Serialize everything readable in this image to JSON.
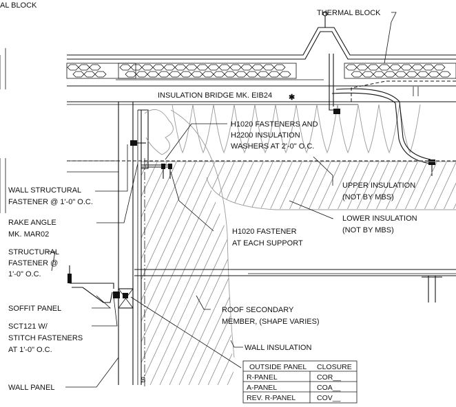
{
  "labels": {
    "top_left": "AL BLOCK",
    "thermal_block": "THERMAL BLOCK",
    "insulation_bridge": "INSULATION BRIDGE MK. EIB24",
    "asterisk": "✱",
    "h1020_fasteners": [
      "H1020 FASTENERS AND",
      "H2200 INSULATION",
      "WASHERS AT 2'-0\" O.C."
    ],
    "wall_structural": [
      "WALL STRUCTURAL",
      "FASTENER @ 1'-0\" O.C."
    ],
    "upper_insulation": [
      "UPPER INSULATION",
      "(NOT BY MBS)"
    ],
    "rake_angle": [
      "RAKE ANGLE",
      "MK. MAR02"
    ],
    "lower_insulation": [
      "LOWER INSULATION",
      "(NOT BY MBS)"
    ],
    "h1020_fastener": [
      "H1020 FASTENER",
      "AT EACH SUPPORT"
    ],
    "structural_fastener": [
      "STRUCTURAL",
      "FASTENER @",
      "1'-0\" O.C."
    ],
    "soffit_panel": "SOFFIT PANEL",
    "roof_secondary": [
      "ROOF SECONDARY",
      "MEMBER, (SHAPE VARIES)"
    ],
    "sct121": [
      "SCT121 W/",
      "STITCH FASTENERS",
      "AT 1'-0\" O.C."
    ],
    "wall_insulation": "WALL INSULATION",
    "wall_panel": "WALL PANEL",
    "centerline": "S"
  },
  "closure_table": {
    "headers": [
      "OUTSIDE PANEL",
      "CLOSURE"
    ],
    "rows": [
      [
        "R-PANEL",
        "COR__"
      ],
      [
        "A-PANEL",
        "COA__"
      ],
      [
        "REV. R-PANEL",
        "COV__"
      ]
    ]
  }
}
